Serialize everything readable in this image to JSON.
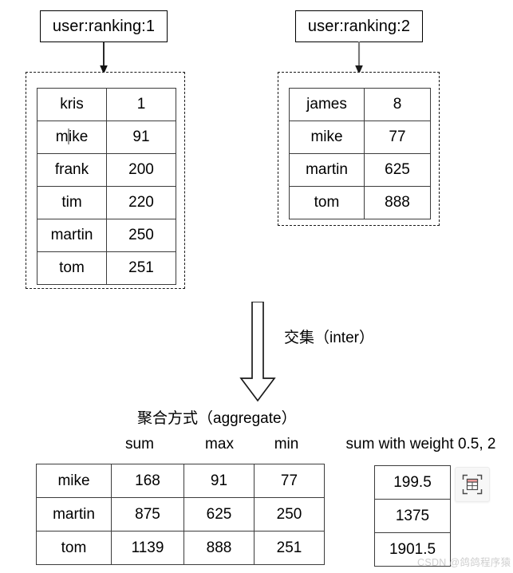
{
  "diagram": {
    "keys": [
      {
        "label": "user:ranking:1"
      },
      {
        "label": "user:ranking:2"
      }
    ],
    "sets": [
      {
        "name": "set-user-ranking-1",
        "rows": [
          {
            "member": "kris",
            "score": "1"
          },
          {
            "member": "mike",
            "score": "91",
            "caret_after": 1
          },
          {
            "member": "frank",
            "score": "200"
          },
          {
            "member": "tim",
            "score": "220"
          },
          {
            "member": "martin",
            "score": "250"
          },
          {
            "member": "tom",
            "score": "251"
          }
        ]
      },
      {
        "name": "set-user-ranking-2",
        "rows": [
          {
            "member": "james",
            "score": "8"
          },
          {
            "member": "mike",
            "score": "77"
          },
          {
            "member": "martin",
            "score": "625"
          },
          {
            "member": "tom",
            "score": "888"
          }
        ]
      }
    ],
    "operation": {
      "label": "交集（inter）",
      "arrow_direction": "down"
    },
    "aggregate": {
      "title": "聚合方式（aggregate）",
      "column_headers": [
        "sum",
        "max",
        "min"
      ],
      "weighted_header": "sum with weight 0.5, 2",
      "rows": [
        {
          "member": "mike",
          "sum": "168",
          "max": "91",
          "min": "77",
          "weighted": "199.5"
        },
        {
          "member": "martin",
          "sum": "875",
          "max": "625",
          "min": "250",
          "weighted": "1375"
        },
        {
          "member": "tom",
          "sum": "1139",
          "max": "888",
          "min": "251",
          "weighted": "1901.5"
        }
      ]
    },
    "capture_icon": {
      "name": "table-capture-icon",
      "accent_color": "#f4a0a0"
    },
    "watermark": "CSDN @鸽鸽程序猿"
  }
}
